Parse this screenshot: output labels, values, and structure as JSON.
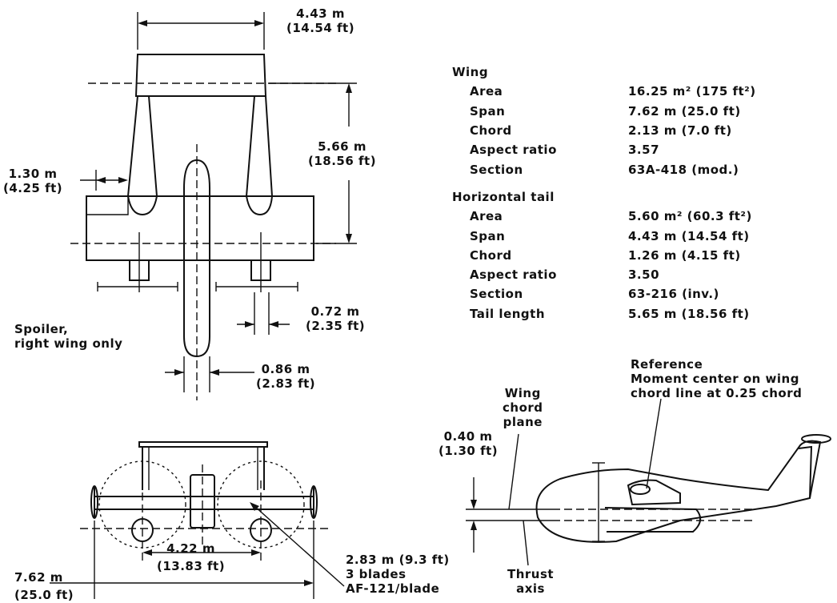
{
  "top_view": {
    "tail_span": {
      "line1": "4.43 m",
      "line2": "(14.54 ft)"
    },
    "tail_length": {
      "line1": "5.66 m",
      "line2": "(18.56 ft)"
    },
    "boom_offset": {
      "line1": "1.30 m",
      "line2": "(4.25 ft)"
    },
    "spoiler_width": {
      "line1": "0.72 m",
      "line2": "(2.35 ft)"
    },
    "spoiler_note": {
      "line1": "Spoiler,",
      "line2": "right wing only"
    },
    "fuselage_width": {
      "line1": "0.86 m",
      "line2": "(2.83 ft)"
    }
  },
  "front_view": {
    "wing_span": {
      "line1": "7.62 m",
      "line2": "(25.0 ft)"
    },
    "prop_spacing": {
      "line1": "4.22 m",
      "line2": "(13.83 ft)"
    },
    "propeller": {
      "line1": "2.83 m (9.3 ft)",
      "line2": "3 blades",
      "line3": "AF-121/blade"
    }
  },
  "side_view": {
    "wing_chord_plane": {
      "line1": "Wing",
      "line2": "chord",
      "line3": "plane"
    },
    "offset": {
      "line1": "0.40 m",
      "line2": "(1.30 ft)"
    },
    "thrust_axis": {
      "line1": "Thrust",
      "line2": "axis"
    },
    "reference": {
      "line1": "Reference",
      "line2": "Moment center on wing",
      "line3": "chord line at 0.25 chord"
    }
  },
  "specs": {
    "wing": {
      "heading": "Wing",
      "rows": [
        {
          "label": "Area",
          "value": "16.25 m² (175 ft²)"
        },
        {
          "label": "Span",
          "value": "7.62 m (25.0 ft)"
        },
        {
          "label": "Chord",
          "value": "2.13 m (7.0 ft)"
        },
        {
          "label": "Aspect ratio",
          "value": "3.57"
        },
        {
          "label": "Section",
          "value": "63A-418 (mod.)"
        }
      ]
    },
    "tail": {
      "heading": "Horizontal tail",
      "rows": [
        {
          "label": "Area",
          "value": "5.60 m² (60.3 ft²)"
        },
        {
          "label": "Span",
          "value": "4.43 m (14.54 ft)"
        },
        {
          "label": "Chord",
          "value": "1.26 m (4.15 ft)"
        },
        {
          "label": "Aspect ratio",
          "value": "3.50"
        },
        {
          "label": "Section",
          "value": "63-216 (inv.)"
        },
        {
          "label": "Tail length",
          "value": "5.65 m (18.56 ft)"
        }
      ]
    }
  }
}
